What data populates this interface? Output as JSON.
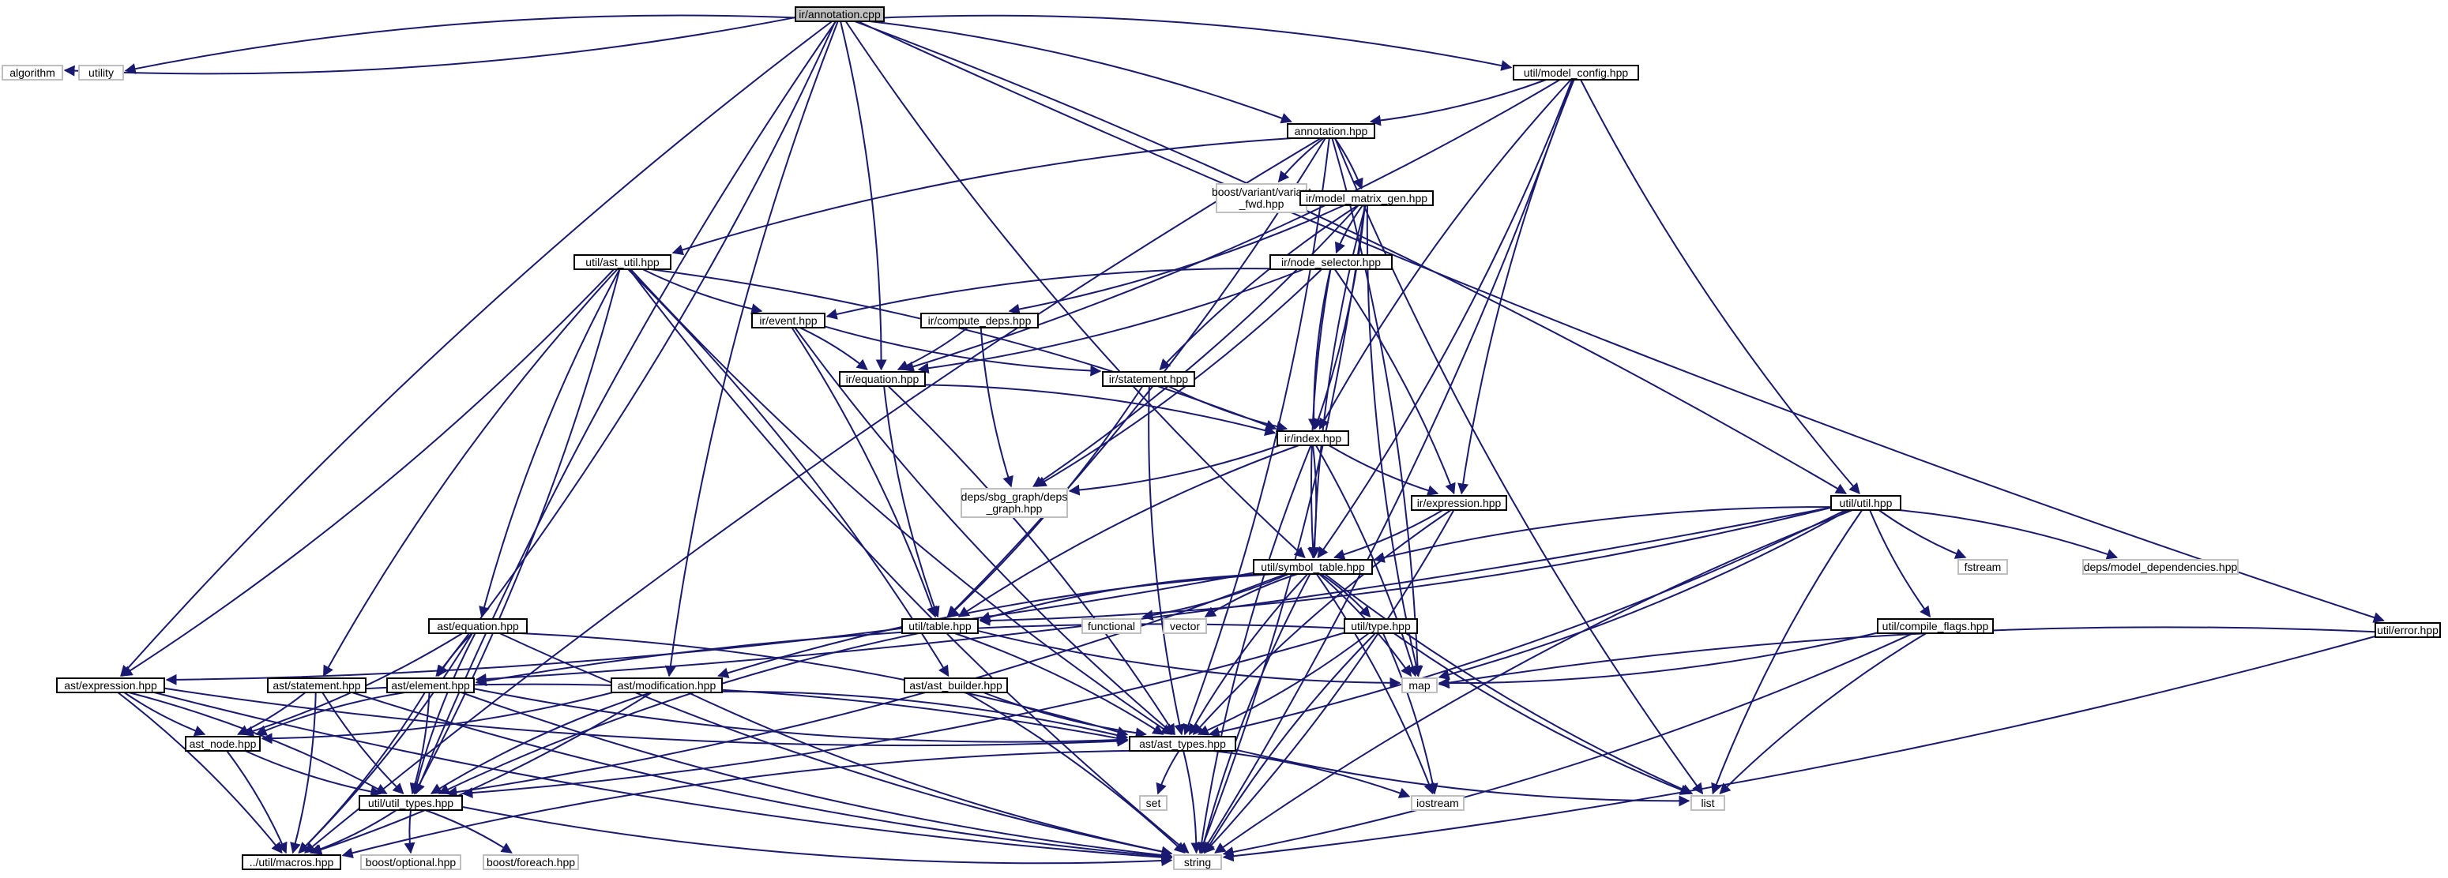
{
  "graph": {
    "edge_color": "#191970",
    "root_fill": "#bfbfbf",
    "external_border": "#bfbfbf",
    "nodes": [
      {
        "id": "root",
        "label": "ir/annotation.cpp",
        "kind": "root"
      },
      {
        "id": "algorithm",
        "label": "algorithm",
        "kind": "external"
      },
      {
        "id": "utility",
        "label": "utility",
        "kind": "external"
      },
      {
        "id": "model_config",
        "label": "util/model_config.hpp",
        "kind": "internal"
      },
      {
        "id": "error",
        "label": "util/error.hpp",
        "kind": "internal"
      },
      {
        "id": "annotation_hpp",
        "label": "annotation.hpp",
        "kind": "internal"
      },
      {
        "id": "variant_fwd",
        "label": "boost/variant/variant_fwd.hpp",
        "kind": "external"
      },
      {
        "id": "model_matrix_gen",
        "label": "ir/model_matrix_gen.hpp",
        "kind": "internal"
      },
      {
        "id": "ast_util",
        "label": "util/ast_util.hpp",
        "kind": "internal"
      },
      {
        "id": "node_selector",
        "label": "ir/node_selector.hpp",
        "kind": "internal"
      },
      {
        "id": "event",
        "label": "ir/event.hpp",
        "kind": "internal"
      },
      {
        "id": "compute_deps",
        "label": "ir/compute_deps.hpp",
        "kind": "internal"
      },
      {
        "id": "equation_ir",
        "label": "ir/equation.hpp",
        "kind": "internal"
      },
      {
        "id": "statement_ir",
        "label": "ir/statement.hpp",
        "kind": "internal"
      },
      {
        "id": "index",
        "label": "ir/index.hpp",
        "kind": "internal"
      },
      {
        "id": "deps_graph",
        "label": "deps/sbg_graph/deps_graph.hpp",
        "kind": "external"
      },
      {
        "id": "expression_ir",
        "label": "ir/expression.hpp",
        "kind": "internal"
      },
      {
        "id": "util_util",
        "label": "util/util.hpp",
        "kind": "internal"
      },
      {
        "id": "fstream",
        "label": "fstream",
        "kind": "external"
      },
      {
        "id": "model_deps",
        "label": "deps/model_dependencies.hpp",
        "kind": "external"
      },
      {
        "id": "symbol_table",
        "label": "util/symbol_table.hpp",
        "kind": "internal"
      },
      {
        "id": "table",
        "label": "util/table.hpp",
        "kind": "internal"
      },
      {
        "id": "functional",
        "label": "functional",
        "kind": "external"
      },
      {
        "id": "vector",
        "label": "vector",
        "kind": "external"
      },
      {
        "id": "type",
        "label": "util/type.hpp",
        "kind": "internal"
      },
      {
        "id": "compile_flags",
        "label": "util/compile_flags.hpp",
        "kind": "internal"
      },
      {
        "id": "ast_equation",
        "label": "ast/equation.hpp",
        "kind": "internal"
      },
      {
        "id": "ast_expression",
        "label": "ast/expression.hpp",
        "kind": "internal"
      },
      {
        "id": "ast_statement",
        "label": "ast/statement.hpp",
        "kind": "internal"
      },
      {
        "id": "ast_element",
        "label": "ast/element.hpp",
        "kind": "internal"
      },
      {
        "id": "ast_modification",
        "label": "ast/modification.hpp",
        "kind": "internal"
      },
      {
        "id": "ast_builder",
        "label": "ast/ast_builder.hpp",
        "kind": "internal"
      },
      {
        "id": "map",
        "label": "map",
        "kind": "external"
      },
      {
        "id": "ast_node",
        "label": "ast_node.hpp",
        "kind": "internal"
      },
      {
        "id": "ast_types",
        "label": "ast/ast_types.hpp",
        "kind": "internal"
      },
      {
        "id": "util_types",
        "label": "util/util_types.hpp",
        "kind": "internal"
      },
      {
        "id": "set",
        "label": "set",
        "kind": "external"
      },
      {
        "id": "iostream",
        "label": "iostream",
        "kind": "external"
      },
      {
        "id": "list",
        "label": "list",
        "kind": "external"
      },
      {
        "id": "macros",
        "label": "../util/macros.hpp",
        "kind": "internal"
      },
      {
        "id": "optional",
        "label": "boost/optional.hpp",
        "kind": "external"
      },
      {
        "id": "foreach",
        "label": "boost/foreach.hpp",
        "kind": "external"
      },
      {
        "id": "string",
        "label": "string",
        "kind": "external"
      }
    ],
    "edges": [
      [
        "root",
        "algorithm"
      ],
      [
        "root",
        "utility"
      ],
      [
        "root",
        "model_config"
      ],
      [
        "root",
        "error"
      ],
      [
        "root",
        "annotation_hpp"
      ],
      [
        "root",
        "ast_expression"
      ],
      [
        "root",
        "ast_element"
      ],
      [
        "root",
        "ast_modification"
      ],
      [
        "root",
        "equation_ir"
      ],
      [
        "root",
        "symbol_table"
      ],
      [
        "root",
        "util_util"
      ],
      [
        "root",
        "util_types"
      ],
      [
        "model_config",
        "annotation_hpp"
      ],
      [
        "model_config",
        "index"
      ],
      [
        "model_config",
        "equation_ir"
      ],
      [
        "model_config",
        "expression_ir"
      ],
      [
        "model_config",
        "symbol_table"
      ],
      [
        "model_config",
        "util_util"
      ],
      [
        "model_config",
        "string"
      ],
      [
        "annotation_hpp",
        "variant_fwd"
      ],
      [
        "annotation_hpp",
        "model_matrix_gen"
      ],
      [
        "annotation_hpp",
        "ast_util"
      ],
      [
        "annotation_hpp",
        "map"
      ],
      [
        "annotation_hpp",
        "list"
      ],
      [
        "annotation_hpp",
        "ast_types"
      ],
      [
        "annotation_hpp",
        "macros"
      ],
      [
        "annotation_hpp",
        "table"
      ],
      [
        "model_matrix_gen",
        "node_selector"
      ],
      [
        "model_matrix_gen",
        "compute_deps"
      ],
      [
        "model_matrix_gen",
        "statement_ir"
      ],
      [
        "model_matrix_gen",
        "index"
      ],
      [
        "model_matrix_gen",
        "symbol_table"
      ],
      [
        "model_matrix_gen",
        "deps_graph"
      ],
      [
        "model_matrix_gen",
        "map"
      ],
      [
        "model_matrix_gen",
        "string"
      ],
      [
        "node_selector",
        "event"
      ],
      [
        "node_selector",
        "equation_ir"
      ],
      [
        "node_selector",
        "index"
      ],
      [
        "node_selector",
        "expression_ir"
      ],
      [
        "node_selector",
        "symbol_table"
      ],
      [
        "node_selector",
        "deps_graph"
      ],
      [
        "ast_util",
        "event"
      ],
      [
        "ast_util",
        "index"
      ],
      [
        "ast_util",
        "ast_equation"
      ],
      [
        "ast_util",
        "ast_expression"
      ],
      [
        "ast_util",
        "ast_statement"
      ],
      [
        "ast_util",
        "ast_builder"
      ],
      [
        "ast_util",
        "ast_types"
      ],
      [
        "ast_util",
        "util_types"
      ],
      [
        "ast_util",
        "string"
      ],
      [
        "event",
        "equation_ir"
      ],
      [
        "event",
        "statement_ir"
      ],
      [
        "event",
        "table"
      ],
      [
        "event",
        "ast_types"
      ],
      [
        "compute_deps",
        "equation_ir"
      ],
      [
        "compute_deps",
        "deps_graph"
      ],
      [
        "equation_ir",
        "index"
      ],
      [
        "equation_ir",
        "table"
      ],
      [
        "equation_ir",
        "ast_types"
      ],
      [
        "statement_ir",
        "index"
      ],
      [
        "statement_ir",
        "table"
      ],
      [
        "statement_ir",
        "ast_types"
      ],
      [
        "index",
        "deps_graph"
      ],
      [
        "index",
        "expression_ir"
      ],
      [
        "index",
        "symbol_table"
      ],
      [
        "index",
        "table"
      ],
      [
        "index",
        "map"
      ],
      [
        "index",
        "string"
      ],
      [
        "expression_ir",
        "symbol_table"
      ],
      [
        "expression_ir",
        "ast_types"
      ],
      [
        "expression_ir",
        "string"
      ],
      [
        "util_util",
        "fstream"
      ],
      [
        "util_util",
        "model_deps"
      ],
      [
        "util_util",
        "symbol_table"
      ],
      [
        "util_util",
        "table"
      ],
      [
        "util_util",
        "compile_flags"
      ],
      [
        "util_util",
        "map"
      ],
      [
        "util_util",
        "list"
      ],
      [
        "util_util",
        "ast_types"
      ],
      [
        "util_util",
        "string"
      ],
      [
        "util_util",
        "ast_element"
      ],
      [
        "symbol_table",
        "table"
      ],
      [
        "symbol_table",
        "functional"
      ],
      [
        "symbol_table",
        "vector"
      ],
      [
        "symbol_table",
        "type"
      ],
      [
        "symbol_table",
        "ast_types"
      ],
      [
        "symbol_table",
        "map"
      ],
      [
        "symbol_table",
        "list"
      ],
      [
        "symbol_table",
        "iostream"
      ],
      [
        "symbol_table",
        "string"
      ],
      [
        "symbol_table",
        "ast_expression"
      ],
      [
        "symbol_table",
        "ast_modification"
      ],
      [
        "symbol_table",
        "util_types"
      ],
      [
        "table",
        "util_types"
      ],
      [
        "table",
        "ast_types"
      ],
      [
        "table",
        "map"
      ],
      [
        "type",
        "ast_types"
      ],
      [
        "type",
        "list"
      ],
      [
        "type",
        "iostream"
      ],
      [
        "type",
        "string"
      ],
      [
        "type",
        "util_types"
      ],
      [
        "type",
        "ast_element"
      ],
      [
        "compile_flags",
        "map"
      ],
      [
        "compile_flags",
        "list"
      ],
      [
        "compile_flags",
        "string"
      ],
      [
        "error",
        "map"
      ],
      [
        "error",
        "string"
      ],
      [
        "ast_equation",
        "ast_element"
      ],
      [
        "ast_equation",
        "ast_node"
      ],
      [
        "ast_equation",
        "util_types"
      ],
      [
        "ast_equation",
        "ast_types"
      ],
      [
        "ast_equation",
        "string"
      ],
      [
        "ast_equation",
        "macros"
      ],
      [
        "ast_expression",
        "ast_node"
      ],
      [
        "ast_expression",
        "util_types"
      ],
      [
        "ast_expression",
        "ast_types"
      ],
      [
        "ast_expression",
        "macros"
      ],
      [
        "ast_expression",
        "string"
      ],
      [
        "ast_statement",
        "ast_node"
      ],
      [
        "ast_statement",
        "util_types"
      ],
      [
        "ast_statement",
        "ast_types"
      ],
      [
        "ast_statement",
        "string"
      ],
      [
        "ast_statement",
        "macros"
      ],
      [
        "ast_element",
        "ast_node"
      ],
      [
        "ast_element",
        "util_types"
      ],
      [
        "ast_element",
        "ast_types"
      ],
      [
        "ast_element",
        "macros"
      ],
      [
        "ast_element",
        "string"
      ],
      [
        "ast_modification",
        "ast_node"
      ],
      [
        "ast_modification",
        "util_types"
      ],
      [
        "ast_modification",
        "ast_types"
      ],
      [
        "ast_modification",
        "string"
      ],
      [
        "ast_modification",
        "macros"
      ],
      [
        "ast_builder",
        "ast_types"
      ],
      [
        "ast_builder",
        "string"
      ],
      [
        "ast_node",
        "util_types"
      ],
      [
        "ast_node",
        "macros"
      ],
      [
        "ast_types",
        "set"
      ],
      [
        "ast_types",
        "iostream"
      ],
      [
        "ast_types",
        "list"
      ],
      [
        "ast_types",
        "string"
      ],
      [
        "ast_types",
        "macros"
      ],
      [
        "util_types",
        "macros"
      ],
      [
        "util_types",
        "optional"
      ],
      [
        "util_types",
        "foreach"
      ],
      [
        "util_types",
        "string"
      ]
    ]
  }
}
